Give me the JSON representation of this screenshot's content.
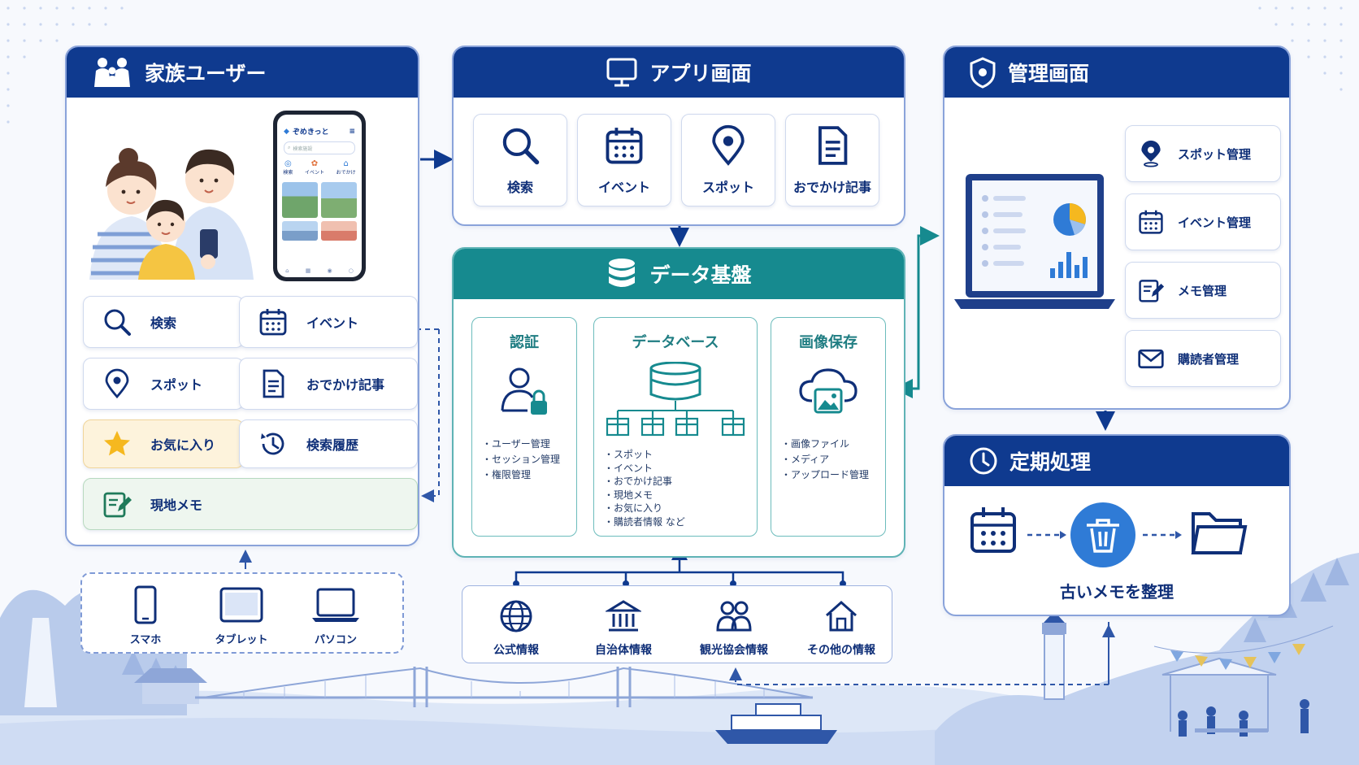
{
  "family": {
    "title": "家族ユーザー",
    "app_name": "ぞめきっと",
    "phone_search_placeholder": "検索施設",
    "phone_cats": [
      "検索",
      "イベント",
      "おでかけ"
    ],
    "features": [
      {
        "label": "検索",
        "icon": "search-icon"
      },
      {
        "label": "イベント",
        "icon": "calendar-icon"
      },
      {
        "label": "スポット",
        "icon": "map-pin-icon"
      },
      {
        "label": "おでかけ記事",
        "icon": "document-icon"
      },
      {
        "label": "お気に入り",
        "icon": "star-icon"
      },
      {
        "label": "検索履歴",
        "icon": "history-icon"
      },
      {
        "label": "現地メモ",
        "icon": "memo-icon"
      }
    ]
  },
  "devices": {
    "items": [
      {
        "label": "スマホ",
        "icon": "smartphone-icon"
      },
      {
        "label": "タブレット",
        "icon": "tablet-icon"
      },
      {
        "label": "パソコン",
        "icon": "laptop-icon"
      }
    ]
  },
  "app_screen": {
    "title": "アプリ画面",
    "items": [
      {
        "label": "検索",
        "icon": "search-icon"
      },
      {
        "label": "イベント",
        "icon": "calendar-icon"
      },
      {
        "label": "スポット",
        "icon": "map-pin-icon"
      },
      {
        "label": "おでかけ記事",
        "icon": "document-icon"
      }
    ]
  },
  "data_platform": {
    "title": "データ基盤",
    "auth": {
      "title": "認証",
      "items": [
        "ユーザー管理",
        "セッション管理",
        "権限管理"
      ]
    },
    "database": {
      "title": "データベース",
      "items": [
        "スポット",
        "イベント",
        "おでかけ記事",
        "現地メモ",
        "お気に入り",
        "購読者情報 など"
      ]
    },
    "storage": {
      "title": "画像保存",
      "items": [
        "画像ファイル",
        "メディア",
        "アップロード管理"
      ]
    }
  },
  "sources": {
    "items": [
      {
        "label": "公式情報",
        "icon": "globe-icon"
      },
      {
        "label": "自治体情報",
        "icon": "building-icon"
      },
      {
        "label": "観光協会情報",
        "icon": "people-icon"
      },
      {
        "label": "その他の情報",
        "icon": "house-icon"
      }
    ]
  },
  "admin": {
    "title": "管理画面",
    "items": [
      {
        "label": "スポット管理",
        "icon": "map-pin-icon"
      },
      {
        "label": "イベント管理",
        "icon": "calendar-icon"
      },
      {
        "label": "メモ管理",
        "icon": "memo-icon"
      },
      {
        "label": "購読者管理",
        "icon": "mail-icon"
      }
    ]
  },
  "scheduled": {
    "title": "定期処理",
    "caption": "古いメモを整理"
  },
  "colors": {
    "navy": "#0f3a8f",
    "teal": "#168a8f",
    "accent_blue": "#2f7bd6",
    "star": "#f5b81f"
  }
}
